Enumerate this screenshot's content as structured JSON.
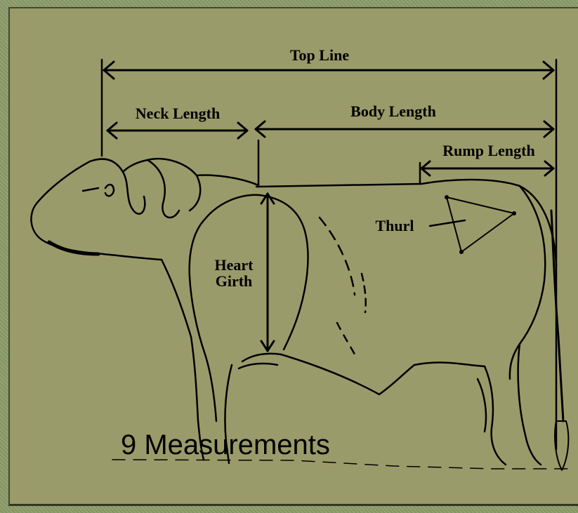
{
  "labels": {
    "top_line": "Top Line",
    "neck_length": "Neck Length",
    "body_length": "Body Length",
    "rump_length": "Rump Length",
    "thurl": "Thurl",
    "heart": "Heart",
    "girth": "Girth"
  },
  "caption": "9 Measurements",
  "colors": {
    "background": "#9a9b6a",
    "frame": "#8c9c6a",
    "ink": "#000000"
  }
}
